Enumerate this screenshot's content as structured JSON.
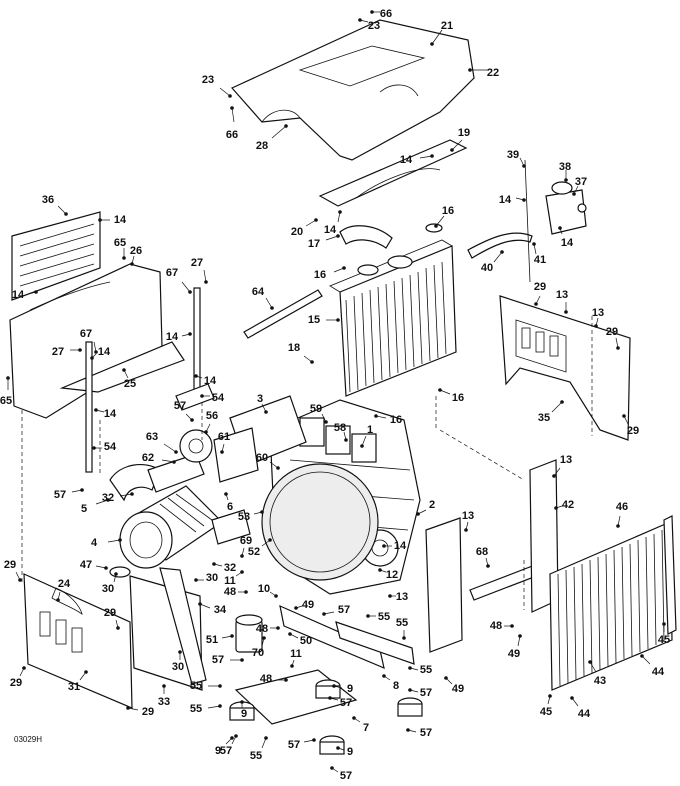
{
  "figure": {
    "drawing_code": "03029H"
  },
  "callouts": [
    {
      "id": "c66a",
      "label": "66"
    },
    {
      "id": "c23a",
      "label": "23"
    },
    {
      "id": "c21",
      "label": "21"
    },
    {
      "id": "c22",
      "label": "22"
    },
    {
      "id": "c23b",
      "label": "23"
    },
    {
      "id": "c66b",
      "label": "66"
    },
    {
      "id": "c28",
      "label": "28"
    },
    {
      "id": "c19",
      "label": "19"
    },
    {
      "id": "c14a",
      "label": "14"
    },
    {
      "id": "c39",
      "label": "39"
    },
    {
      "id": "c38",
      "label": "38"
    },
    {
      "id": "c37",
      "label": "37"
    },
    {
      "id": "c14b",
      "label": "14"
    },
    {
      "id": "c14c",
      "label": "14"
    },
    {
      "id": "c36",
      "label": "36"
    },
    {
      "id": "c14d",
      "label": "14"
    },
    {
      "id": "c20",
      "label": "20"
    },
    {
      "id": "c14e",
      "label": "14"
    },
    {
      "id": "c16a",
      "label": "16"
    },
    {
      "id": "c17",
      "label": "17"
    },
    {
      "id": "c41",
      "label": "41"
    },
    {
      "id": "c40",
      "label": "40"
    },
    {
      "id": "c65a",
      "label": "65"
    },
    {
      "id": "c26",
      "label": "26"
    },
    {
      "id": "c16b",
      "label": "16"
    },
    {
      "id": "c67a",
      "label": "67"
    },
    {
      "id": "c27a",
      "label": "27"
    },
    {
      "id": "c14f",
      "label": "14"
    },
    {
      "id": "c64",
      "label": "64"
    },
    {
      "id": "c29a",
      "label": "29"
    },
    {
      "id": "c13a",
      "label": "13"
    },
    {
      "id": "c13b",
      "label": "13"
    },
    {
      "id": "c15",
      "label": "15"
    },
    {
      "id": "c29b",
      "label": "29"
    },
    {
      "id": "c67b",
      "label": "67"
    },
    {
      "id": "c14g",
      "label": "14"
    },
    {
      "id": "c14h",
      "label": "14"
    },
    {
      "id": "c27b",
      "label": "27"
    },
    {
      "id": "c18",
      "label": "18"
    },
    {
      "id": "c14i",
      "label": "14"
    },
    {
      "id": "c65b",
      "label": "65"
    },
    {
      "id": "c25",
      "label": "25"
    },
    {
      "id": "c16c",
      "label": "16"
    },
    {
      "id": "c54a",
      "label": "54"
    },
    {
      "id": "c35",
      "label": "35"
    },
    {
      "id": "c3",
      "label": "3"
    },
    {
      "id": "c57a",
      "label": "57"
    },
    {
      "id": "c59",
      "label": "59"
    },
    {
      "id": "c14j",
      "label": "14"
    },
    {
      "id": "c56",
      "label": "56"
    },
    {
      "id": "c16d",
      "label": "16"
    },
    {
      "id": "c29c",
      "label": "29"
    },
    {
      "id": "c58",
      "label": "58"
    },
    {
      "id": "c1",
      "label": "1"
    },
    {
      "id": "c63",
      "label": "63"
    },
    {
      "id": "c61",
      "label": "61"
    },
    {
      "id": "c62",
      "label": "62"
    },
    {
      "id": "c60",
      "label": "60"
    },
    {
      "id": "c54b",
      "label": "54"
    },
    {
      "id": "c13c",
      "label": "13"
    },
    {
      "id": "c57b",
      "label": "57"
    },
    {
      "id": "c5",
      "label": "5"
    },
    {
      "id": "c32a",
      "label": "32"
    },
    {
      "id": "c53",
      "label": "53"
    },
    {
      "id": "c2",
      "label": "2"
    },
    {
      "id": "c42",
      "label": "42"
    },
    {
      "id": "c6",
      "label": "6"
    },
    {
      "id": "c13d",
      "label": "13"
    },
    {
      "id": "c4",
      "label": "4"
    },
    {
      "id": "c52",
      "label": "52"
    },
    {
      "id": "c14k",
      "label": "14"
    },
    {
      "id": "c46",
      "label": "46"
    },
    {
      "id": "c47",
      "label": "47"
    },
    {
      "id": "c32b",
      "label": "32"
    },
    {
      "id": "c69",
      "label": "69"
    },
    {
      "id": "c68",
      "label": "68"
    },
    {
      "id": "c12",
      "label": "12"
    },
    {
      "id": "c29d",
      "label": "29"
    },
    {
      "id": "c30a",
      "label": "30"
    },
    {
      "id": "c24",
      "label": "24"
    },
    {
      "id": "c11",
      "label": "11"
    },
    {
      "id": "c30b",
      "label": "30"
    },
    {
      "id": "c10",
      "label": "10"
    },
    {
      "id": "c13e",
      "label": "13"
    },
    {
      "id": "c48a",
      "label": "48"
    },
    {
      "id": "c49a",
      "label": "49"
    },
    {
      "id": "c57c",
      "label": "57"
    },
    {
      "id": "c55a",
      "label": "55"
    },
    {
      "id": "c34",
      "label": "34"
    },
    {
      "id": "c29e",
      "label": "29"
    },
    {
      "id": "c51",
      "label": "51"
    },
    {
      "id": "c48b",
      "label": "48"
    },
    {
      "id": "c50",
      "label": "50"
    },
    {
      "id": "c55b",
      "label": "55"
    },
    {
      "id": "c70",
      "label": "70"
    },
    {
      "id": "c45a",
      "label": "45"
    },
    {
      "id": "c49b",
      "label": "49"
    },
    {
      "id": "c30c",
      "label": "30"
    },
    {
      "id": "c48c",
      "label": "48"
    },
    {
      "id": "c57d",
      "label": "57"
    },
    {
      "id": "c11b",
      "label": "11"
    },
    {
      "id": "c48d",
      "label": "48"
    },
    {
      "id": "c55c",
      "label": "55"
    },
    {
      "id": "c44a",
      "label": "44"
    },
    {
      "id": "c29f",
      "label": "29"
    },
    {
      "id": "c31",
      "label": "31"
    },
    {
      "id": "c43",
      "label": "43"
    },
    {
      "id": "c33",
      "label": "33"
    },
    {
      "id": "c9a",
      "label": "9"
    },
    {
      "id": "c57e",
      "label": "57"
    },
    {
      "id": "c49c",
      "label": "49"
    },
    {
      "id": "c55d",
      "label": "55"
    },
    {
      "id": "c29g",
      "label": "29"
    },
    {
      "id": "c8",
      "label": "8"
    },
    {
      "id": "c45b",
      "label": "45"
    },
    {
      "id": "c44b",
      "label": "44"
    },
    {
      "id": "c55e",
      "label": "55"
    },
    {
      "id": "c57f",
      "label": "57"
    },
    {
      "id": "c9b",
      "label": "9"
    },
    {
      "id": "c7",
      "label": "7"
    },
    {
      "id": "c57g",
      "label": "57"
    },
    {
      "id": "c9c",
      "label": "9"
    },
    {
      "id": "c57h",
      "label": "57"
    },
    {
      "id": "c55f",
      "label": "55"
    },
    {
      "id": "c57i",
      "label": "57"
    },
    {
      "id": "c9d",
      "label": "9"
    },
    {
      "id": "c57j",
      "label": "57"
    }
  ]
}
